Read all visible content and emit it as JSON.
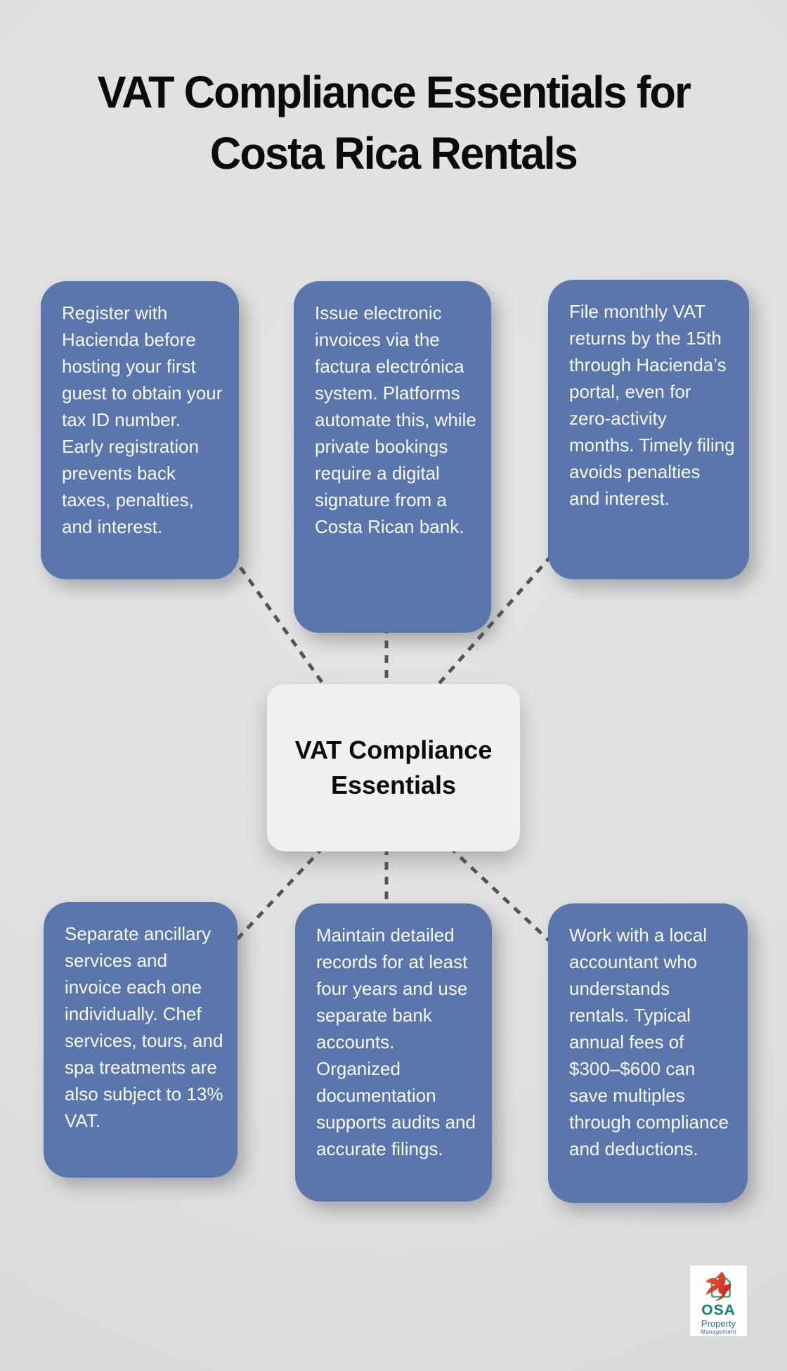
{
  "title": {
    "line1": "VAT Compliance Essentials for",
    "line2": "Costa Rica Rentals"
  },
  "center_node": {
    "label": "VAT Compliance Essentials"
  },
  "nodes": [
    {
      "id": "register-hacienda",
      "text": "Register with Hacienda before hosting your first guest to obtain your tax ID number. Early registration prevents back taxes, penalties, and interest."
    },
    {
      "id": "electronic-invoices",
      "text": "Issue electronic invoices via the factura electrónica system. Platforms automate this, while private bookings require a digital signature from a Costa Rican bank."
    },
    {
      "id": "monthly-returns",
      "text": "File monthly VAT returns by the 15th through Hacienda’s portal, even for zero-activity months. Timely filing avoids penalties and interest."
    },
    {
      "id": "ancillary-services",
      "text": "Separate ancillary services and invoice each one individually. Chef services, tours, and spa treatments are also subject to 13% VAT."
    },
    {
      "id": "detailed-records",
      "text": "Maintain detailed records for at least four years and use separate bank accounts. Organized documentation supports audits and accurate filings."
    },
    {
      "id": "local-accountant",
      "text": "Work with a local accountant who understands rentals. Typical annual fees of $300–$600 can save multiples through compliance and deductions."
    }
  ],
  "logo": {
    "name": "OSA",
    "line1": "Property",
    "line2": "Management"
  },
  "colors": {
    "node_blue": "#5b76ac",
    "background": "#dfe0e0",
    "connector": "#545454",
    "center_bg": "#eef0f2",
    "title_color": "#0b0b0b",
    "node_text": "#f7f9fb",
    "logo_green": "#35a164",
    "logo_teal": "#0e8170",
    "logo_blue": "#3c66ad",
    "logo_red": "#e03127"
  }
}
